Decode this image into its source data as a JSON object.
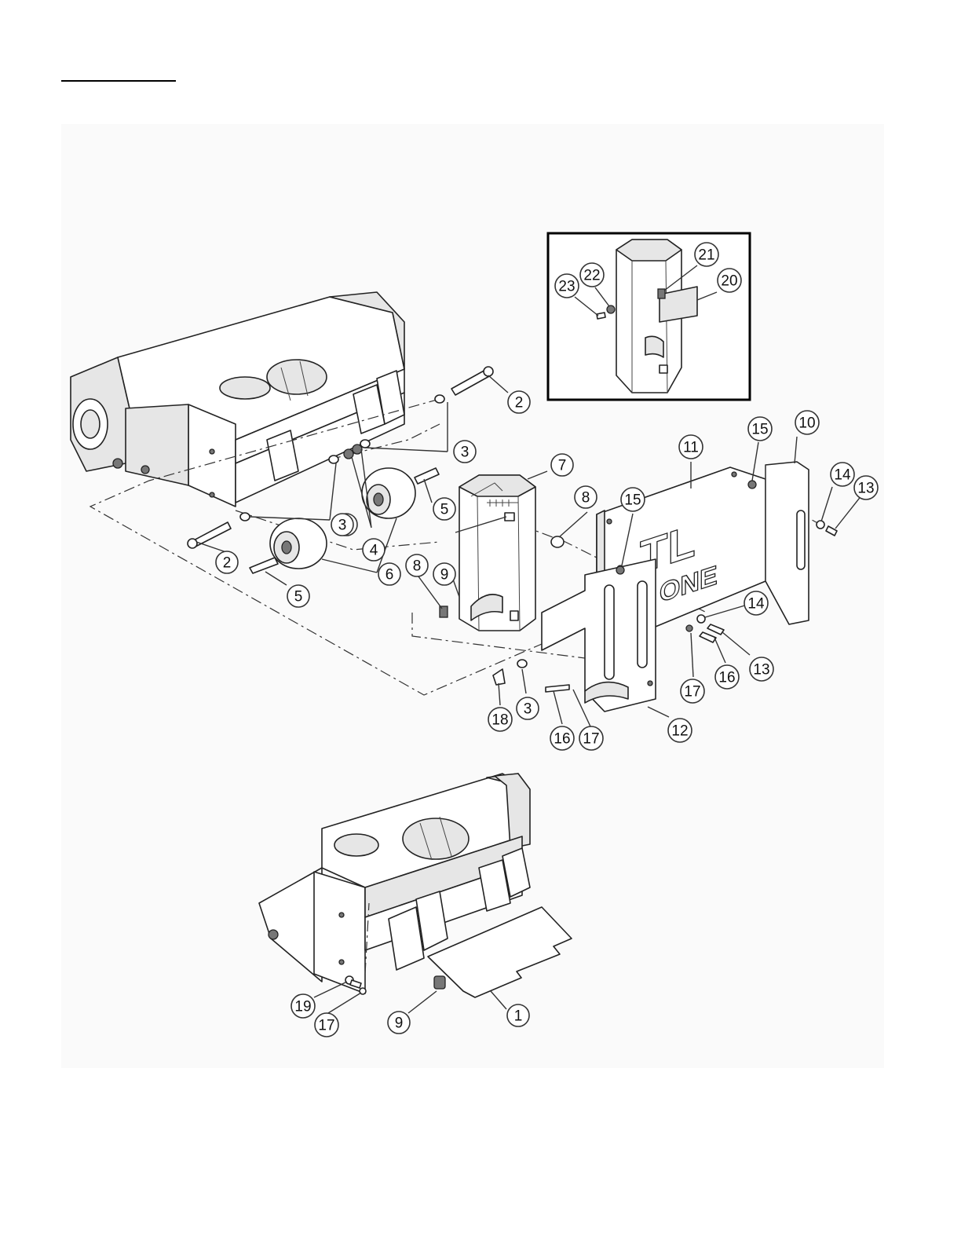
{
  "diagram": {
    "callouts": [
      {
        "id": "c-2a",
        "label": "2"
      },
      {
        "id": "c-2b",
        "label": "2"
      },
      {
        "id": "c-3a",
        "label": "3"
      },
      {
        "id": "c-3b",
        "label": "3"
      },
      {
        "id": "c-3c",
        "label": "3"
      },
      {
        "id": "c-3d",
        "label": "3"
      },
      {
        "id": "c-4",
        "label": "4"
      },
      {
        "id": "c-5a",
        "label": "5"
      },
      {
        "id": "c-5b",
        "label": "5"
      },
      {
        "id": "c-6",
        "label": "6"
      },
      {
        "id": "c-7",
        "label": "7"
      },
      {
        "id": "c-8a",
        "label": "8"
      },
      {
        "id": "c-8b",
        "label": "8"
      },
      {
        "id": "c-9a",
        "label": "9"
      },
      {
        "id": "c-9b",
        "label": "9"
      },
      {
        "id": "c-10",
        "label": "10"
      },
      {
        "id": "c-11",
        "label": "11"
      },
      {
        "id": "c-12",
        "label": "12"
      },
      {
        "id": "c-13a",
        "label": "13"
      },
      {
        "id": "c-13b",
        "label": "13"
      },
      {
        "id": "c-14a",
        "label": "14"
      },
      {
        "id": "c-14b",
        "label": "14"
      },
      {
        "id": "c-15a",
        "label": "15"
      },
      {
        "id": "c-15b",
        "label": "15"
      },
      {
        "id": "c-16a",
        "label": "16"
      },
      {
        "id": "c-16b",
        "label": "16"
      },
      {
        "id": "c-17a",
        "label": "17"
      },
      {
        "id": "c-17b",
        "label": "17"
      },
      {
        "id": "c-17c",
        "label": "17"
      },
      {
        "id": "c-18",
        "label": "18"
      },
      {
        "id": "c-19",
        "label": "19"
      },
      {
        "id": "c-1",
        "label": "1"
      },
      {
        "id": "c-20",
        "label": "20"
      },
      {
        "id": "c-21",
        "label": "21"
      },
      {
        "id": "c-22",
        "label": "22"
      },
      {
        "id": "c-23",
        "label": "23"
      }
    ],
    "logo": {
      "mark": "TL",
      "word": "ONE"
    }
  }
}
